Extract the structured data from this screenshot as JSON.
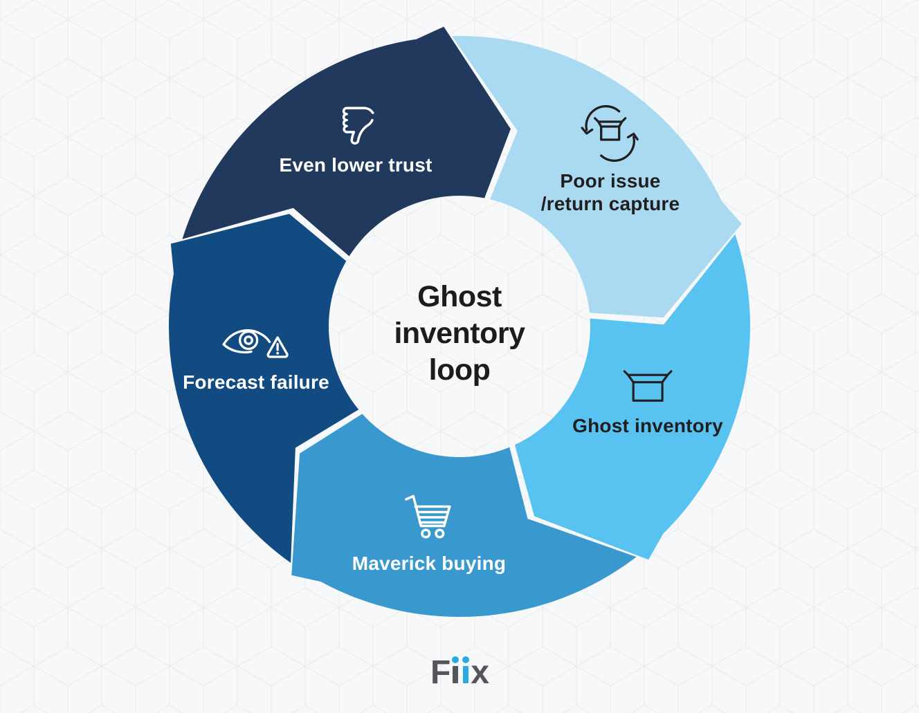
{
  "background": {
    "color": "#F7F8F9",
    "pattern": "isometric-cube-grid",
    "pattern_line_color": "#EAECEE"
  },
  "center_title": {
    "lines": [
      "Ghost",
      "inventory",
      "loop"
    ],
    "text_color": "#1C1C1E"
  },
  "diagram": {
    "type": "cycle-arrows",
    "direction": "clockwise",
    "segments": [
      {
        "id": "even-lower-trust",
        "label": "Even lower trust",
        "icon": "thumbs-down-icon",
        "color": "#21395D",
        "text_color": "#FFFFFF",
        "tail_angle": 286,
        "head_angle": 357
      },
      {
        "id": "poor-issue-return-capture",
        "label_lines": [
          "Poor issue",
          "/return capture"
        ],
        "icon": "box-return-icon",
        "color": "#A9DAF1",
        "text_color": "#211E1F",
        "tail_angle": 357,
        "head_angle": 70
      },
      {
        "id": "ghost-inventory",
        "label": "Ghost inventory",
        "icon": "open-box-icon",
        "color": "#58C2F0",
        "text_color": "#211E1F",
        "tail_angle": 70,
        "head_angle": 141
      },
      {
        "id": "maverick-buying",
        "label": "Maverick buying",
        "icon": "shopping-cart-icon",
        "color": "#3999CF",
        "text_color": "#FFFFFF",
        "tail_angle": 141,
        "head_angle": 214
      },
      {
        "id": "forecast-failure",
        "label": "Forecast failure",
        "icon": "eye-warning-icon",
        "color": "#124B81",
        "text_color": "#FFFFFF",
        "tail_angle": 214,
        "head_angle": 286
      }
    ]
  },
  "logo": {
    "text": "Fiix",
    "letter_f": "F",
    "letter_x": "x",
    "gray": "#55565A",
    "blue": "#29ABE2"
  }
}
